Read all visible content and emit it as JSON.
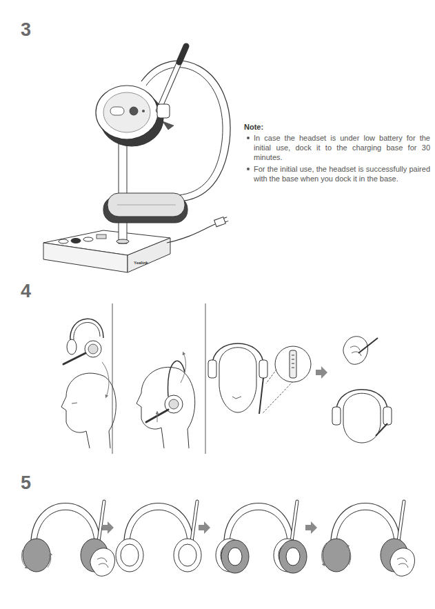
{
  "diagram": {
    "labels": [
      "3",
      "Note:",
      "In case the headset is under low battery for the initial use, dock it to the charging base for 30 minutes.",
      "For the initial use, the headset is successfully paired with the base when you dock it in the base.",
      "Yealink",
      "4",
      "5"
    ]
  }
}
